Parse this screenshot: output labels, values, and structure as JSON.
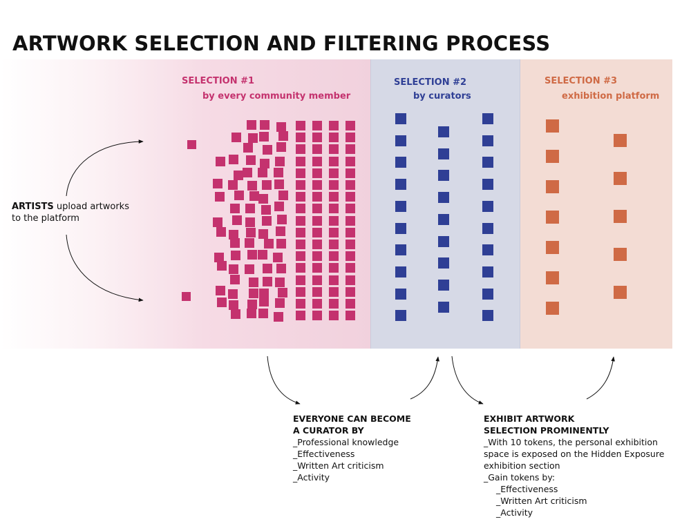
{
  "title": "ARTWORK SELECTION AND FILTERING PROCESS",
  "artists": {
    "bold": "ARTISTS",
    "line1_rest": " upload artworks",
    "line2": "to the platform"
  },
  "selections": [
    {
      "label": "SELECTION #1",
      "sublabel": "by every community member",
      "color": "#c4326e"
    },
    {
      "label": "SELECTION #2",
      "sublabel": "by curators",
      "color": "#2f3f95"
    },
    {
      "label": "SELECTION #3",
      "sublabel": "exhibition platform",
      "color": "#cf6a45"
    }
  ],
  "curator_note": {
    "heading_line1": "EVERYONE CAN BECOME",
    "heading_line2": "A CURATOR BY",
    "items": [
      "_Professional knowledge",
      "_Effectiveness",
      "_Written Art criticism",
      "_Activity"
    ]
  },
  "exhibit_note": {
    "heading_line1": "EXHIBIT ARTWORK",
    "heading_line2": "SELECTION PROMINENTLY",
    "body_lines": [
      "_With 10 tokens, the personal exhibition",
      "space is exposed on the Hidden Exposure",
      "exhibition section",
      "_Gain tokens by:"
    ],
    "sub_items": [
      "_Effectiveness",
      "_Written Art criticism",
      "_Activity"
    ]
  }
}
